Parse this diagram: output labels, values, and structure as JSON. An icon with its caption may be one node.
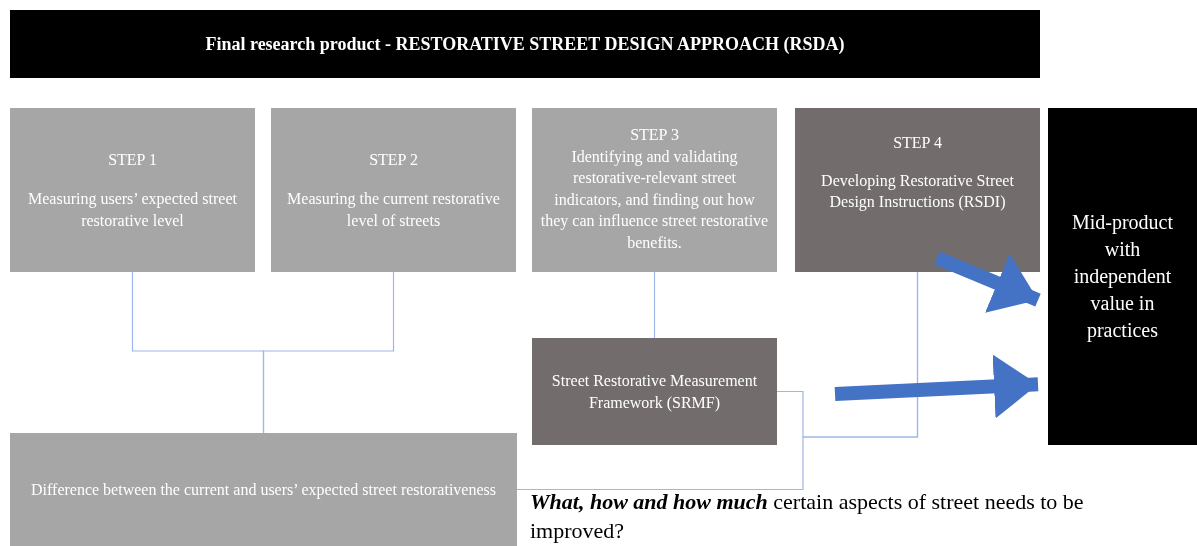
{
  "diagram": {
    "nodes": [
      {
        "text": [
          "Final research product - RESTORATIVE STREET DESIGN APPROACH (RSDA)"
        ]
      },
      {
        "text": [
          "STEP 1",
          "Measuring users’ expected street restorative level"
        ]
      },
      {
        "text": [
          "STEP 2",
          "Measuring the current restorative level of streets"
        ]
      },
      {
        "text": [
          "STEP 3",
          "Identifying and validating restorative-relevant street indicators, and finding out how they can influence street restorative benefits."
        ]
      },
      {
        "text": [
          "STEP 4",
          "Developing Restorative Street Design Instructions (RSDI)"
        ]
      },
      {
        "text": [
          "Mid-product with independent value in practices"
        ]
      },
      {
        "text": [
          "Street Restorative Measurement Framework (SRMF)"
        ]
      },
      {
        "text": [
          "Difference between the current and users’ expected street restorativeness"
        ]
      }
    ],
    "edges": [
      {
        "from": 1,
        "to": 7,
        "arrow": "none"
      },
      {
        "from": 2,
        "to": 7,
        "arrow": "none"
      },
      {
        "from": 3,
        "to": 6,
        "arrow": "none"
      },
      {
        "from": 6,
        "to": 4,
        "arrow": "none"
      },
      {
        "from": 7,
        "to": 4,
        "arrow": "none"
      },
      {
        "from": 4,
        "to": 5,
        "arrow": "to",
        "style": "thick",
        "color": "#4472c4"
      },
      {
        "from": null,
        "to": 5,
        "arrow": "to",
        "style": "thick",
        "color": "#4472c4"
      }
    ],
    "labels": [
      "**What, how and how much** certain aspects of street needs to be improved?"
    ]
  }
}
